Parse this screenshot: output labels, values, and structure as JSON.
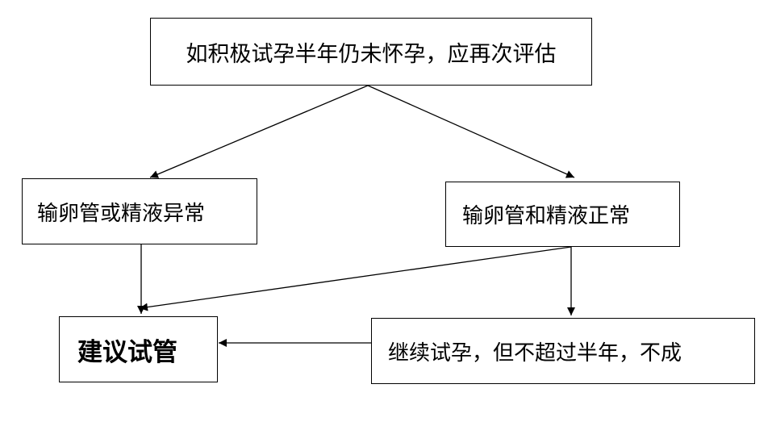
{
  "nodes": {
    "top": "如积极试孕半年仍未怀孕，应再次评估",
    "left": "输卵管或精液异常",
    "right": "输卵管和精液正常",
    "tube": "建议试管",
    "continue": "继续试孕，但不超过半年，不成"
  },
  "colors": {
    "line": "#000000",
    "background": "#ffffff"
  }
}
